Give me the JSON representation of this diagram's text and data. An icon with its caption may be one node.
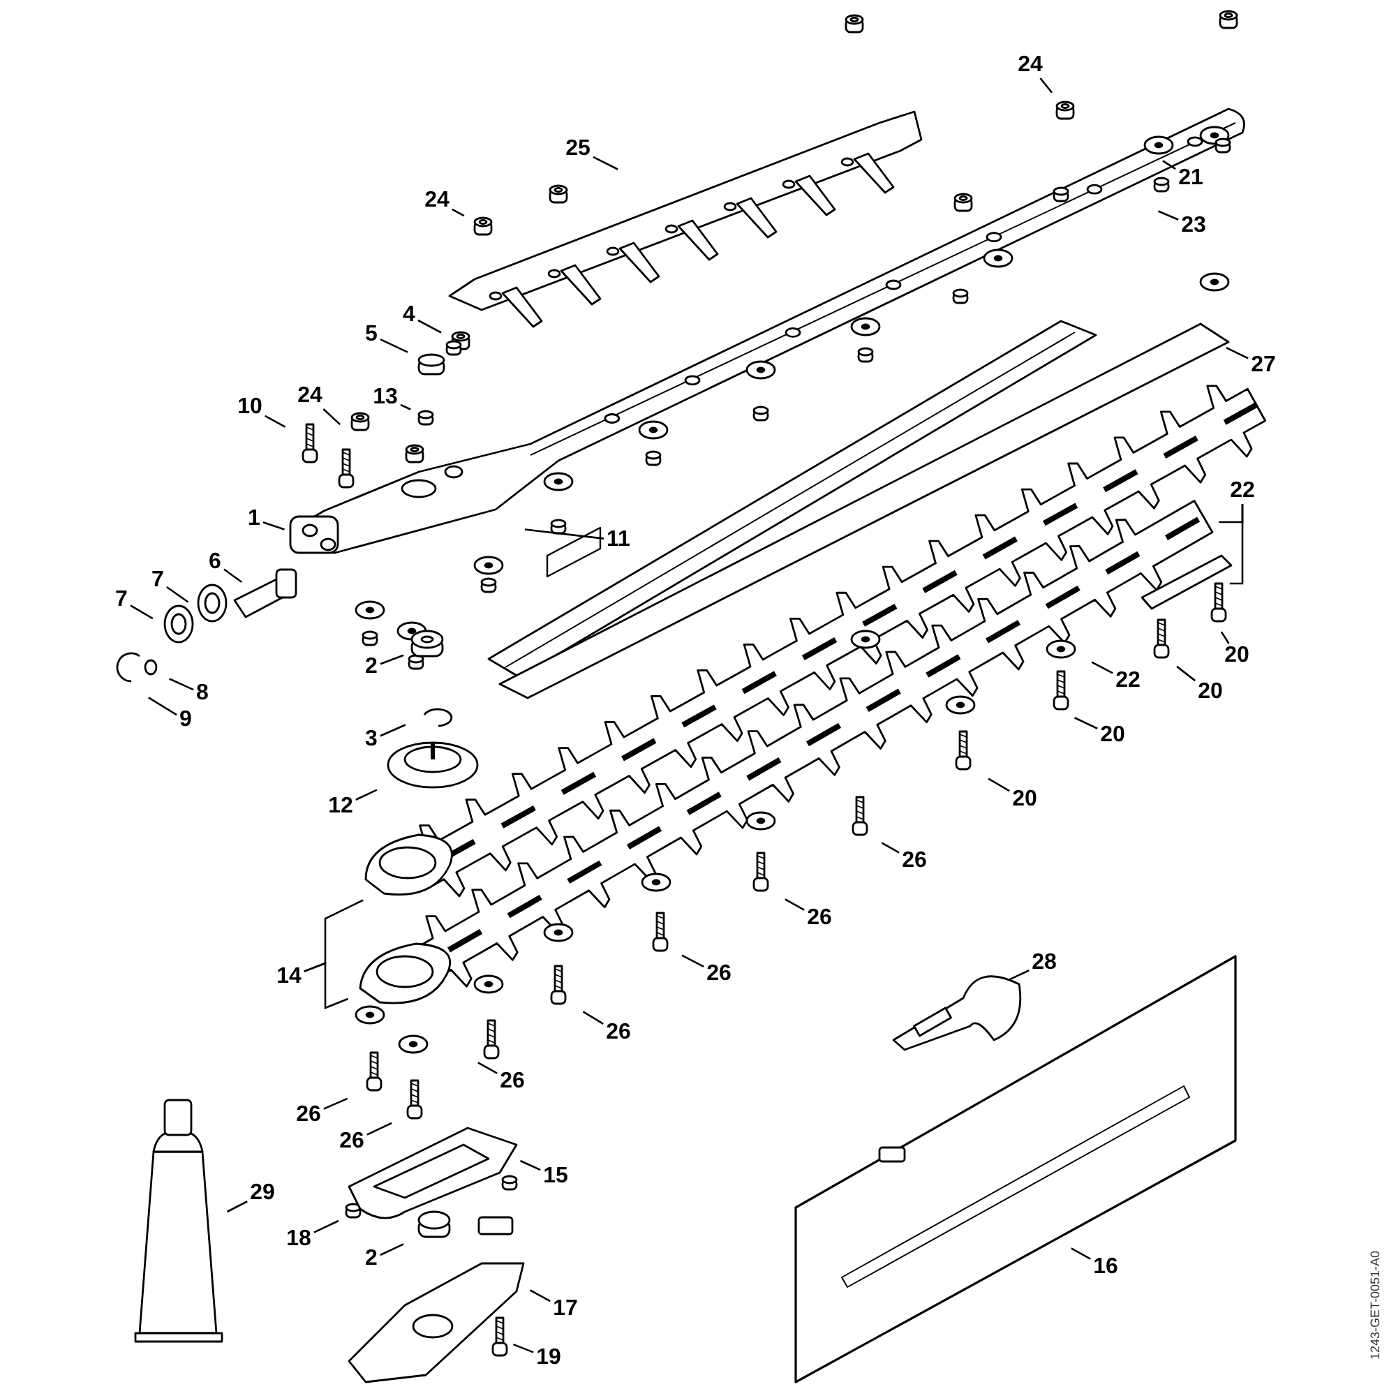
{
  "diagram": {
    "nodes": [
      {
        "text": [
          "24"
        ]
      },
      {
        "text": [
          "25"
        ]
      },
      {
        "text": [
          "21"
        ]
      },
      {
        "text": [
          "24"
        ]
      },
      {
        "text": [
          "23"
        ]
      },
      {
        "text": [
          "4"
        ]
      },
      {
        "text": [
          "5"
        ]
      },
      {
        "text": [
          "27"
        ]
      },
      {
        "text": [
          "10"
        ]
      },
      {
        "text": [
          "24"
        ]
      },
      {
        "text": [
          "13"
        ]
      },
      {
        "text": [
          "1"
        ]
      },
      {
        "text": [
          "22"
        ]
      },
      {
        "text": [
          "11"
        ]
      },
      {
        "text": [
          "6"
        ]
      },
      {
        "text": [
          "7"
        ]
      },
      {
        "text": [
          "7"
        ]
      },
      {
        "text": [
          "22"
        ]
      },
      {
        "text": [
          "20"
        ]
      },
      {
        "text": [
          "20"
        ]
      },
      {
        "text": [
          "2"
        ]
      },
      {
        "text": [
          "8"
        ]
      },
      {
        "text": [
          "9"
        ]
      },
      {
        "text": [
          "3"
        ]
      },
      {
        "text": [
          "20"
        ]
      },
      {
        "text": [
          "20"
        ]
      },
      {
        "text": [
          "12"
        ]
      },
      {
        "text": [
          "26"
        ]
      },
      {
        "text": [
          "26"
        ]
      },
      {
        "text": [
          "28"
        ]
      },
      {
        "text": [
          "14"
        ]
      },
      {
        "text": [
          "26"
        ]
      },
      {
        "text": [
          "26"
        ]
      },
      {
        "text": [
          "26"
        ]
      },
      {
        "text": [
          "26"
        ]
      },
      {
        "text": [
          "26"
        ]
      },
      {
        "text": [
          "15"
        ]
      },
      {
        "text": [
          "29"
        ]
      },
      {
        "text": [
          "18"
        ]
      },
      {
        "text": [
          "2"
        ]
      },
      {
        "text": [
          "17"
        ]
      },
      {
        "text": [
          "16"
        ]
      },
      {
        "text": [
          "19"
        ]
      }
    ],
    "edges": [
      {
        "from": 0,
        "to": null,
        "arrow": "none"
      },
      {
        "from": 1,
        "to": null,
        "arrow": "none"
      },
      {
        "from": 2,
        "to": null,
        "arrow": "none"
      },
      {
        "from": 3,
        "to": null,
        "arrow": "none"
      },
      {
        "from": 4,
        "to": null,
        "arrow": "none"
      },
      {
        "from": 5,
        "to": null,
        "arrow": "none"
      },
      {
        "from": 6,
        "to": null,
        "arrow": "none"
      },
      {
        "from": 7,
        "to": null,
        "arrow": "none"
      },
      {
        "from": 8,
        "to": null,
        "arrow": "none"
      },
      {
        "from": 9,
        "to": null,
        "arrow": "none"
      },
      {
        "from": 10,
        "to": null,
        "arrow": "none"
      },
      {
        "from": 11,
        "to": null,
        "arrow": "none"
      },
      {
        "from": 12,
        "to": null,
        "arrow": "none"
      },
      {
        "from": 12,
        "to": null,
        "arrow": "none"
      },
      {
        "from": 13,
        "to": null,
        "arrow": "none"
      },
      {
        "from": 14,
        "to": null,
        "arrow": "none"
      },
      {
        "from": 15,
        "to": null,
        "arrow": "none"
      },
      {
        "from": 16,
        "to": null,
        "arrow": "none"
      },
      {
        "from": 17,
        "to": null,
        "arrow": "none"
      },
      {
        "from": 18,
        "to": null,
        "arrow": "none"
      },
      {
        "from": 19,
        "to": null,
        "arrow": "none"
      },
      {
        "from": 20,
        "to": null,
        "arrow": "none"
      },
      {
        "from": 21,
        "to": null,
        "arrow": "none"
      },
      {
        "from": 22,
        "to": null,
        "arrow": "none"
      },
      {
        "from": 23,
        "to": null,
        "arrow": "none"
      },
      {
        "from": 24,
        "to": null,
        "arrow": "none"
      },
      {
        "from": 25,
        "to": null,
        "arrow": "none"
      },
      {
        "from": 26,
        "to": null,
        "arrow": "none"
      },
      {
        "from": 27,
        "to": null,
        "arrow": "none"
      },
      {
        "from": 28,
        "to": null,
        "arrow": "none"
      },
      {
        "from": 29,
        "to": null,
        "arrow": "none"
      },
      {
        "from": 30,
        "to": null,
        "arrow": "none"
      },
      {
        "from": 30,
        "to": null,
        "arrow": "none"
      },
      {
        "from": 31,
        "to": null,
        "arrow": "none"
      },
      {
        "from": 32,
        "to": null,
        "arrow": "none"
      },
      {
        "from": 33,
        "to": null,
        "arrow": "none"
      },
      {
        "from": 34,
        "to": null,
        "arrow": "none"
      },
      {
        "from": 35,
        "to": null,
        "arrow": "none"
      },
      {
        "from": 36,
        "to": null,
        "arrow": "none"
      },
      {
        "from": 37,
        "to": null,
        "arrow": "none"
      },
      {
        "from": 38,
        "to": null,
        "arrow": "none"
      },
      {
        "from": 39,
        "to": null,
        "arrow": "none"
      },
      {
        "from": 40,
        "to": null,
        "arrow": "none"
      },
      {
        "from": 41,
        "to": null,
        "arrow": "none"
      },
      {
        "from": 42,
        "to": null,
        "arrow": "none"
      }
    ],
    "labels": [
      "1243-GET-0051-A0"
    ]
  }
}
